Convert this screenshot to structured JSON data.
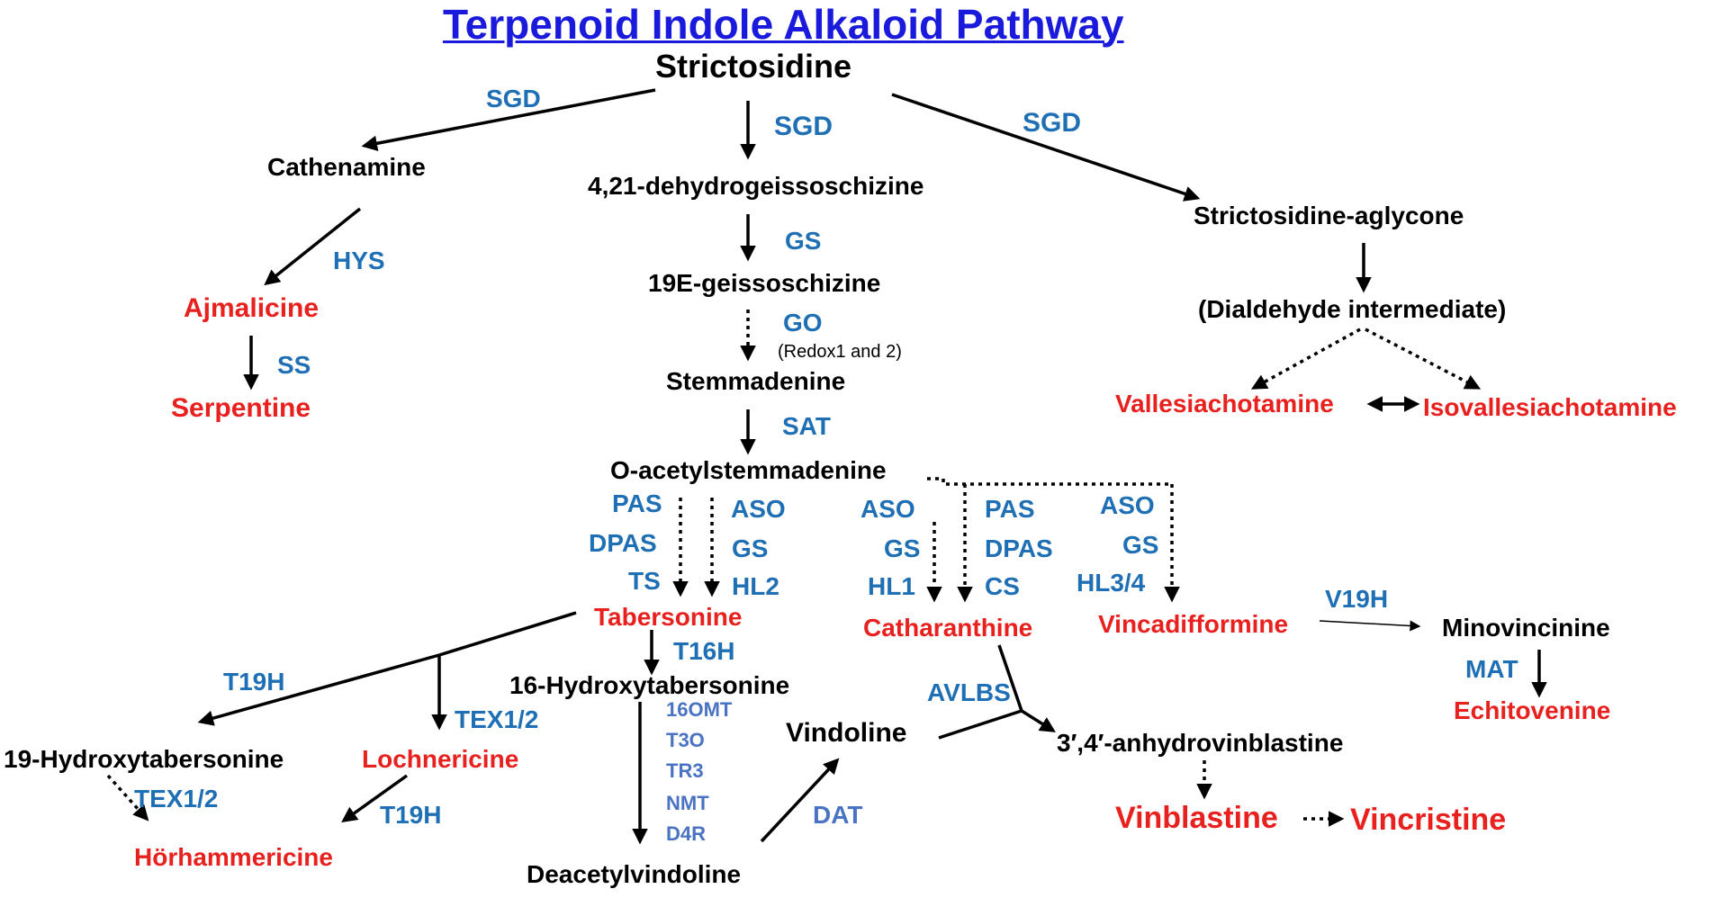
{
  "title": "Terpenoid Indole Alkaloid Pathway",
  "compounds": {
    "strictosidine": "Strictosidine",
    "cathenamine": "Cathenamine",
    "dehydrogeissoschizine": "4,21-dehydrogeissoschizine",
    "strictosidine_aglycone": "Strictosidine-aglycone",
    "geissoschizine": "19E-geissoschizine",
    "dialdehyde": "(Dialdehyde intermediate)",
    "stemmadenine": "Stemmadenine",
    "acetylstemmadenine": "O-acetylstemmadenine",
    "minovincinine": "Minovincinine",
    "hydroxytabersonine16": "16-Hydroxytabersonine",
    "hydroxytabersonine19": "19-Hydroxytabersonine",
    "vindoline": "Vindoline",
    "anhydrovinblastine": "3′,4′-anhydrovinblastine",
    "deacetylvindoline": "Deacetylvindoline"
  },
  "products": {
    "ajmalicine": "Ajmalicine",
    "serpentine": "Serpentine",
    "vallesiachotamine": "Vallesiachotamine",
    "isovallesiachotamine": "Isovallesiachotamine",
    "tabersonine": "Tabersonine",
    "catharanthine": "Catharanthine",
    "vincadifformine": "Vincadifformine",
    "echitovenine": "Echitovenine",
    "lochnericine": "Lochnericine",
    "horhammericine": "Hörhammericine",
    "vinblastine": "Vinblastine",
    "vincristine": "Vincristine"
  },
  "enzymes": {
    "sgd_left": "SGD",
    "sgd_mid": "SGD",
    "sgd_right": "SGD",
    "hys": "HYS",
    "ss": "SS",
    "gs": "GS",
    "go": "GO",
    "sat": "SAT",
    "pas1": "PAS",
    "dpas1": "DPAS",
    "ts": "TS",
    "aso1": "ASO",
    "gs1": "GS",
    "hl2": "HL2",
    "aso2": "ASO",
    "gs2": "GS",
    "hl1": "HL1",
    "pas2": "PAS",
    "dpas2": "DPAS",
    "cs": "CS",
    "aso3": "ASO",
    "gs3": "GS",
    "hl34": "HL3/4",
    "v19h": "V19H",
    "mat": "MAT",
    "t16h": "T16H",
    "t19h_a": "T19H",
    "tex12_a": "TEX1/2",
    "tex12_b": "TEX1/2",
    "t19h_b": "T19H",
    "avlbs": "AVLBS",
    "omt16": "16OMT",
    "t3o": "T3O",
    "tr3": "TR3",
    "nmt": "NMT",
    "d4r": "D4R",
    "dat": "DAT"
  },
  "notes": {
    "redox": "(Redox1 and 2)"
  }
}
